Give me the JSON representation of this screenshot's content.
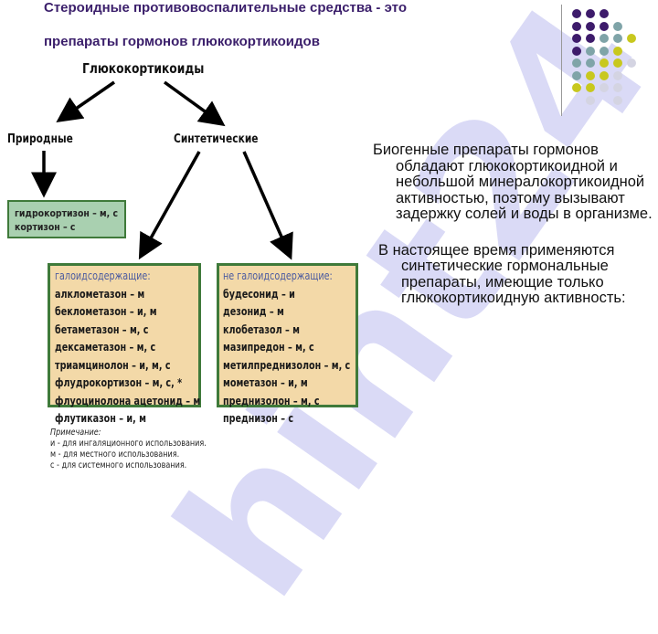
{
  "title": {
    "line1": "Стероидные противовоспалительные средства -  это",
    "line2": "препараты гормонов глюкокортикоидов"
  },
  "diagram": {
    "root": "Глюкокортикоиды",
    "natural": "Природные",
    "synthetic": "Синтетические",
    "natural_items": [
      "гидрокортизон – м, с",
      "кортизон – с"
    ],
    "halogen": {
      "header": "галоидсодержащие:",
      "items": [
        "алклометазон – м",
        "беклометазон – и, м",
        "бетаметазон – м, с",
        "дексаметазон – м, с",
        "триамцинолон – и, м, с",
        "флудрокортизон – м, с, *",
        "флуоцинолона ацетонид – м",
        "флутиказон – и, м"
      ]
    },
    "nonhalogen": {
      "header": "не галоидсодержащие:",
      "items": [
        "будесонид – и",
        "дезонид – м",
        "клобетазол – м",
        "мазипредон – м, с",
        "метилпреднизолон – м, с",
        "мометазон – и, м",
        "преднизолон – м, с",
        "преднизон – с"
      ]
    },
    "note": [
      "Примечание:",
      "и - для ингаляционного использования.",
      "м - для местного использования.",
      "с - для системного использования."
    ]
  },
  "body": [
    "Биогенные препараты гормонов обладают глюкокортикоидной и небольшой минералокортикоидной активностью, поэтому вызывают задержку солей и воды в организме.",
    "В настоящее время применяются синтетические гормональные препараты, имеющие только глюкокортикоидную активность:"
  ],
  "watermark": "hint24",
  "colors": {
    "title": "#3b1f6b",
    "box_fill": "#f3d9a8",
    "box_border": "#3f7a3a",
    "green_box": "#a9d0b0"
  }
}
